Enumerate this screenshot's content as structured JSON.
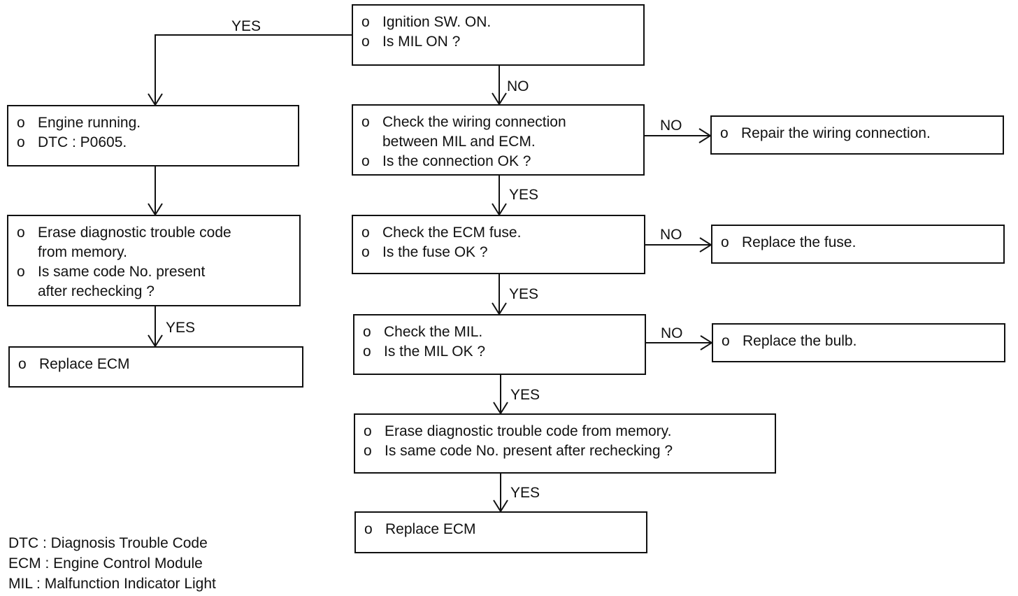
{
  "boxes": {
    "ignition": {
      "items": [
        "Ignition SW. ON.",
        "Is MIL ON ?"
      ]
    },
    "engine_running": {
      "items": [
        "Engine running.",
        "DTC : P0605."
      ]
    },
    "erase_left": {
      "items": [
        "Erase diagnostic trouble code\nfrom memory.",
        "Is same code No. present\nafter rechecking ?"
      ]
    },
    "replace_ecm_left": {
      "items": [
        "Replace ECM"
      ]
    },
    "check_wiring": {
      "items": [
        "Check the wiring connection\nbetween MIL and ECM.",
        "Is the connection OK ?"
      ]
    },
    "repair_wiring": {
      "items": [
        "Repair the wiring connection."
      ]
    },
    "check_fuse": {
      "items": [
        "Check the ECM fuse.",
        "Is the fuse OK ?"
      ]
    },
    "replace_fuse": {
      "items": [
        "Replace the fuse."
      ]
    },
    "check_mil": {
      "items": [
        "Check the MIL.",
        "Is the MIL OK ?"
      ]
    },
    "replace_bulb": {
      "items": [
        "Replace the bulb."
      ]
    },
    "erase_center": {
      "items": [
        "Erase diagnostic trouble code from memory.",
        "Is same code No. present after rechecking ?"
      ]
    },
    "replace_ecm_center": {
      "items": [
        "Replace ECM"
      ]
    }
  },
  "bullet": "o",
  "edge_labels": {
    "ignition_yes": "YES",
    "ignition_no": "NO",
    "engine_to_erase": "",
    "erase_left_yes": "YES",
    "wiring_no": "NO",
    "wiring_yes": "YES",
    "fuse_no": "NO",
    "fuse_yes": "YES",
    "mil_no": "NO",
    "mil_yes": "YES",
    "erase_center_yes": "YES"
  },
  "legend": [
    "DTC : Diagnosis Trouble Code",
    "ECM : Engine Control Module",
    "MIL : Malfunction Indicator Light"
  ]
}
